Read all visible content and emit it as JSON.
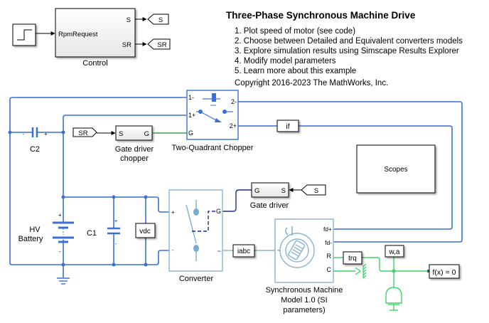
{
  "annotation": {
    "title": "Three-Phase Synchronous Machine Drive",
    "steps": [
      "1. Plot speed of motor (see code)",
      "2. Choose between Detailed and Equivalent converters models",
      "3. Explore simulation results using Simscape Results Explorer",
      "4. Modify model parameters",
      "5. Learn more about this example"
    ],
    "copyright": "Copyright 2016-2023 The MathWorks, Inc."
  },
  "blocks": {
    "control": {
      "label": "Control",
      "input": "RpmRequest",
      "out_s": "S",
      "out_sr": "SR"
    },
    "goto_s": "S",
    "goto_sr": "SR",
    "from_sr": "SR",
    "from_s": "S",
    "gate_driver_chopper": {
      "label_line1": "Gate driver",
      "label_line2": "chopper",
      "port_in": "S",
      "port_out": "G"
    },
    "chopper": {
      "label": "Two-Quadrant Chopper",
      "port_1m": "1-",
      "port_1p": "1+",
      "port_g": "G",
      "port_2m": "2-",
      "port_2p": "2+"
    },
    "c2": {
      "label": "C2",
      "minus": "-",
      "plus": "+"
    },
    "c1": {
      "label": "C1",
      "plus": "+",
      "minus": "-"
    },
    "battery": {
      "label_line1": "HV",
      "label_line2": "Battery",
      "plus": "+",
      "minus": "-"
    },
    "vdc": "vdc",
    "if_sensor": "if",
    "scopes": "Scopes",
    "gate_driver": {
      "label": "Gate driver",
      "port_g": "G",
      "port_s": "S"
    },
    "converter": {
      "label": "Converter",
      "plus": "+",
      "minus": "-",
      "gate": "G",
      "ac": "~"
    },
    "iabc": "iabc",
    "machine": {
      "label_line1": "Synchronous Machine",
      "label_line2": "Model 1.0 (SI",
      "label_line3": "parameters)",
      "ac": "~",
      "fdp": "fd+",
      "fdm": "fd-",
      "r": "R",
      "c": "C"
    },
    "trq": "trq",
    "wa": "w,a",
    "solver": "f(x) = 0"
  },
  "colors": {
    "electrical": "#3a6fd8",
    "electrical_light": "#8ab4d4",
    "mechanical": "#3fd46a",
    "signal_green": "#1a8a2a",
    "gate_signal": "#1a2f8a"
  }
}
